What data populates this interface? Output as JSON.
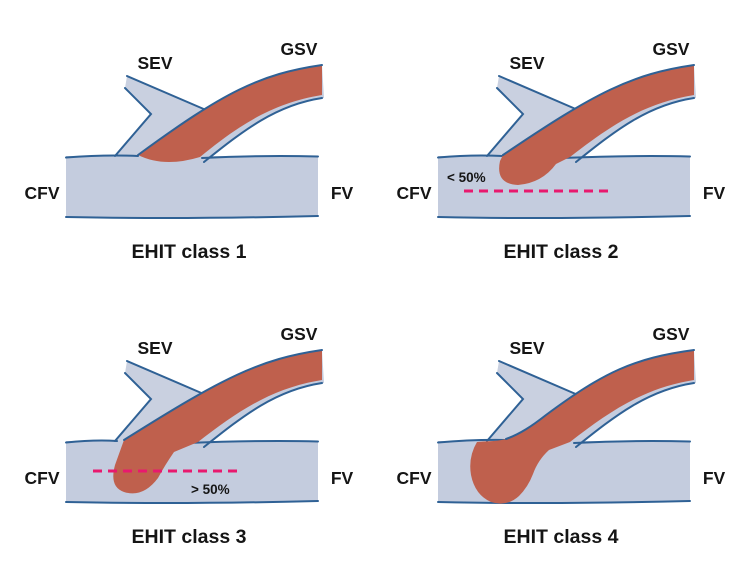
{
  "figure": {
    "colors": {
      "vessel_fill": "#c4ccde",
      "sev_fill": "#c9d0e0",
      "vessel_outline": "#2f6195",
      "thrombus": "#bf604d",
      "dashed_line": "#e8196e",
      "text": "#151515"
    },
    "panels": [
      {
        "caption": "EHIT class 1",
        "labels": {
          "sev": "SEV",
          "gsv": "GSV",
          "cfv": "CFV",
          "fv": "FV"
        }
      },
      {
        "caption": "EHIT class 2",
        "labels": {
          "sev": "SEV",
          "gsv": "GSV",
          "cfv": "CFV",
          "fv": "FV"
        },
        "annotation": "< 50%"
      },
      {
        "caption": "EHIT class 3",
        "labels": {
          "sev": "SEV",
          "gsv": "GSV",
          "cfv": "CFV",
          "fv": "FV"
        },
        "annotation": "> 50%"
      },
      {
        "caption": "EHIT class 4",
        "labels": {
          "sev": "SEV",
          "gsv": "GSV",
          "cfv": "CFV",
          "fv": "FV"
        }
      }
    ]
  }
}
